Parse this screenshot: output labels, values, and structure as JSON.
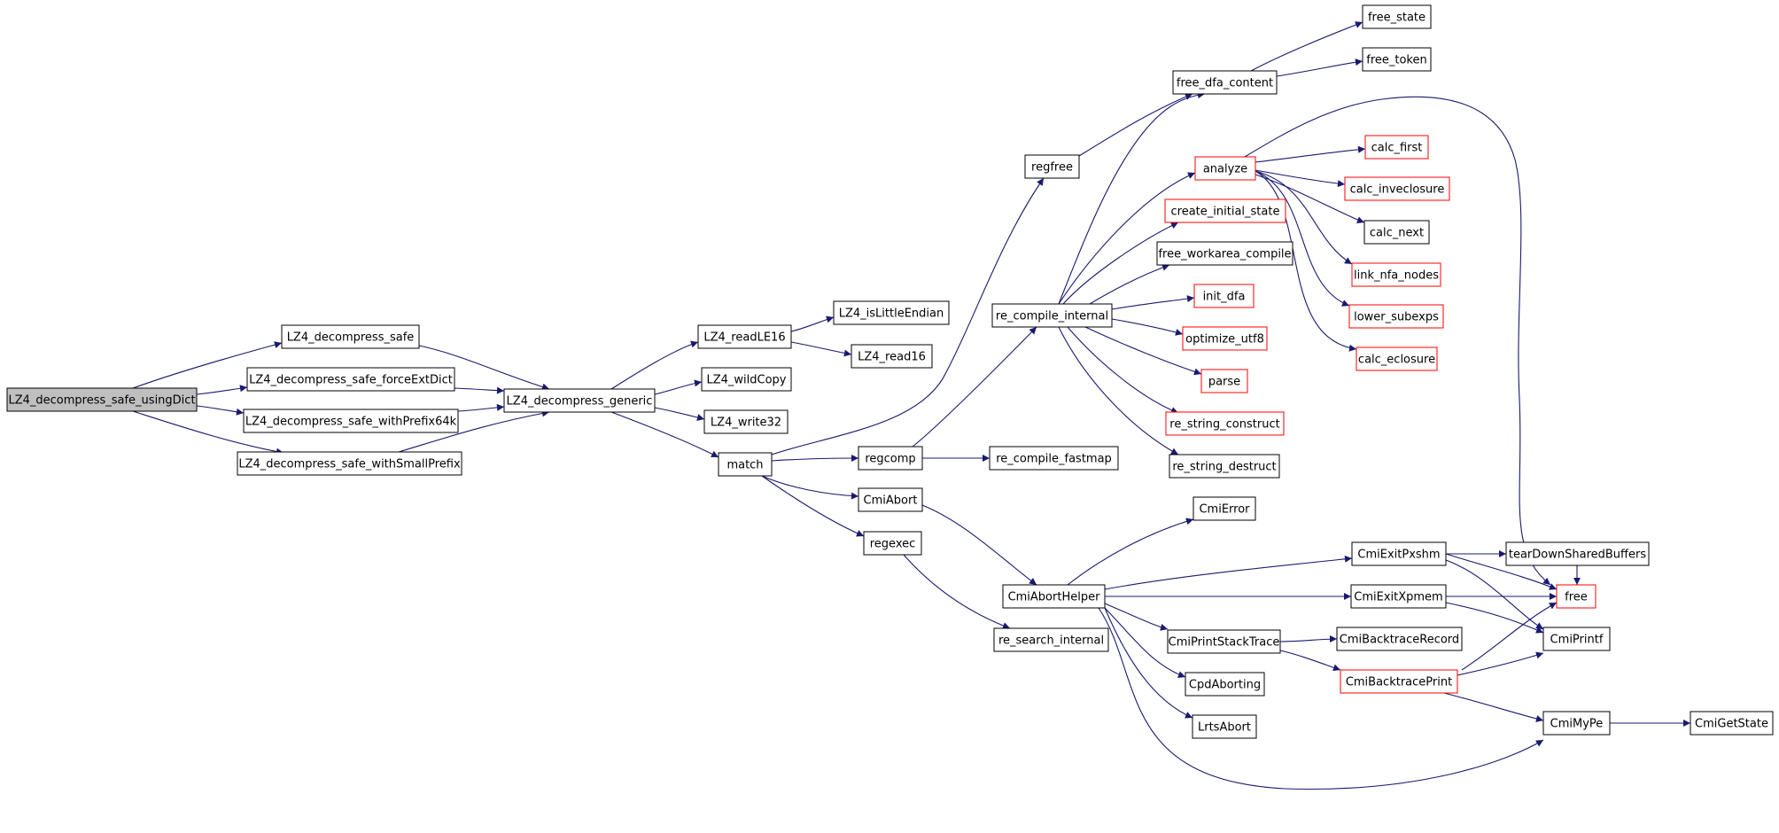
{
  "graph": {
    "colors": {
      "edge": "#191970",
      "box_border": "#000000",
      "undocumented_border": "#ff0000",
      "root_fill": "#bfbfbf",
      "box_fill": "#ffffff"
    },
    "nodes": [
      {
        "id": "n_root",
        "label": "LZ4_decompress_safe_usingDict",
        "kind": "root"
      },
      {
        "id": "n_safe",
        "label": "LZ4_decompress_safe",
        "kind": "normal"
      },
      {
        "id": "n_force",
        "label": "LZ4_decompress_safe_forceExtDict",
        "kind": "normal"
      },
      {
        "id": "n_prefix64",
        "label": "LZ4_decompress_safe_withPrefix64k",
        "kind": "normal"
      },
      {
        "id": "n_smallprefix",
        "label": "LZ4_decompress_safe_withSmallPrefix",
        "kind": "normal"
      },
      {
        "id": "n_generic",
        "label": "LZ4_decompress_generic",
        "kind": "normal"
      },
      {
        "id": "n_readle16",
        "label": "LZ4_readLE16",
        "kind": "normal"
      },
      {
        "id": "n_wildcopy",
        "label": "LZ4_wildCopy",
        "kind": "normal"
      },
      {
        "id": "n_write32",
        "label": "LZ4_write32",
        "kind": "normal"
      },
      {
        "id": "n_match",
        "label": "match",
        "kind": "normal"
      },
      {
        "id": "n_islittle",
        "label": "LZ4_isLittleEndian",
        "kind": "normal"
      },
      {
        "id": "n_read16",
        "label": "LZ4_read16",
        "kind": "normal"
      },
      {
        "id": "n_regfree",
        "label": "regfree",
        "kind": "normal"
      },
      {
        "id": "n_regcomp",
        "label": "regcomp",
        "kind": "normal"
      },
      {
        "id": "n_cmiabort",
        "label": "CmiAbort",
        "kind": "normal"
      },
      {
        "id": "n_regexec",
        "label": "regexec",
        "kind": "normal"
      },
      {
        "id": "n_fastmap",
        "label": "re_compile_fastmap",
        "kind": "normal"
      },
      {
        "id": "n_compile_internal",
        "label": "re_compile_internal",
        "kind": "normal"
      },
      {
        "id": "n_search_internal",
        "label": "re_search_internal",
        "kind": "normal"
      },
      {
        "id": "n_aborthelper",
        "label": "CmiAbortHelper",
        "kind": "normal"
      },
      {
        "id": "n_free_dfa",
        "label": "free_dfa_content",
        "kind": "normal"
      },
      {
        "id": "n_analyze",
        "label": "analyze",
        "kind": "undocumented"
      },
      {
        "id": "n_create_init",
        "label": "create_initial_state",
        "kind": "undocumented"
      },
      {
        "id": "n_free_workarea",
        "label": "free_workarea_compile",
        "kind": "normal"
      },
      {
        "id": "n_init_dfa",
        "label": "init_dfa",
        "kind": "undocumented"
      },
      {
        "id": "n_opt_utf8",
        "label": "optimize_utf8",
        "kind": "undocumented"
      },
      {
        "id": "n_parse",
        "label": "parse",
        "kind": "undocumented"
      },
      {
        "id": "n_str_construct",
        "label": "re_string_construct",
        "kind": "undocumented"
      },
      {
        "id": "n_str_destruct",
        "label": "re_string_destruct",
        "kind": "normal"
      },
      {
        "id": "n_cmierror",
        "label": "CmiError",
        "kind": "normal"
      },
      {
        "id": "n_stacktrace",
        "label": "CmiPrintStackTrace",
        "kind": "normal"
      },
      {
        "id": "n_cpdaborting",
        "label": "CpdAborting",
        "kind": "normal"
      },
      {
        "id": "n_lrtsabort",
        "label": "LrtsAbort",
        "kind": "normal"
      },
      {
        "id": "n_free_state",
        "label": "free_state",
        "kind": "normal"
      },
      {
        "id": "n_free_token",
        "label": "free_token",
        "kind": "normal"
      },
      {
        "id": "n_calc_first",
        "label": "calc_first",
        "kind": "undocumented"
      },
      {
        "id": "n_calc_inveclosure",
        "label": "calc_inveclosure",
        "kind": "undocumented"
      },
      {
        "id": "n_calc_next",
        "label": "calc_next",
        "kind": "normal"
      },
      {
        "id": "n_link_nfa",
        "label": "link_nfa_nodes",
        "kind": "undocumented"
      },
      {
        "id": "n_lower_subexps",
        "label": "lower_subexps",
        "kind": "undocumented"
      },
      {
        "id": "n_calc_eclosure",
        "label": "calc_eclosure",
        "kind": "undocumented"
      },
      {
        "id": "n_exitpxshm",
        "label": "CmiExitPxshm",
        "kind": "normal"
      },
      {
        "id": "n_exitxpmem",
        "label": "CmiExitXpmem",
        "kind": "normal"
      },
      {
        "id": "n_btrecord",
        "label": "CmiBacktraceRecord",
        "kind": "normal"
      },
      {
        "id": "n_btprint",
        "label": "CmiBacktracePrint",
        "kind": "undocumented"
      },
      {
        "id": "n_teardown",
        "label": "tearDownSharedBuffers",
        "kind": "normal"
      },
      {
        "id": "n_free",
        "label": "free",
        "kind": "undocumented"
      },
      {
        "id": "n_cmiprintf",
        "label": "CmiPrintf",
        "kind": "normal"
      },
      {
        "id": "n_cmimype",
        "label": "CmiMyPe",
        "kind": "normal"
      },
      {
        "id": "n_getstate",
        "label": "CmiGetState",
        "kind": "normal"
      }
    ]
  }
}
